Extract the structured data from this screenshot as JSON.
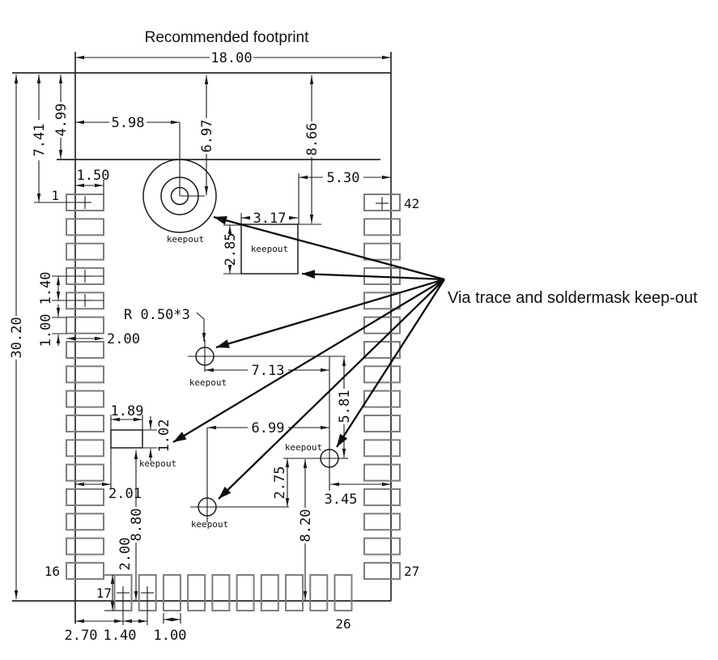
{
  "title": "Recommended footprint",
  "annotation": "Via trace and soldermask keep-out",
  "keepout_label": "keepout",
  "radius_note": "R 0.50*3",
  "pins": {
    "p1": "1",
    "p16": "16",
    "p17": "17",
    "p26": "26",
    "p27": "27",
    "p42": "42"
  },
  "dims": {
    "body_width": "18.00",
    "body_height": "30.20",
    "pad1_from_top": "7.41",
    "antenna_line_from_top": "4.99",
    "antenna_cx": "5.98",
    "antenna_cy": "6.97",
    "keepout_rect_from_top": "8.66",
    "keepout_rect_from_right": "5.30",
    "pad_inset": "1.50",
    "keepout_rect_w": "3.17",
    "keepout_rect_h": "2.85",
    "side_pad_pitch": "1.40",
    "side_pad_h": "1.00",
    "side_pad_w": "2.00",
    "via1_to_via2_dx": "7.13",
    "via3_to_via2_dx": "6.99",
    "via1_to_via2_dy": "5.81",
    "small_rect_w": "1.89",
    "small_rect_h": "1.02",
    "small_rect_from_edge": "2.01",
    "small_rect_from_bottom": "8.80",
    "via2_to_via3_dy": "2.75",
    "via2_from_right": "3.45",
    "bottom_pad_h": "2.00",
    "via2_from_bottom": "8.20",
    "pad17_from_edge": "2.70",
    "bottom_pad_pitch": "1.40",
    "bottom_pad_w": "1.00"
  }
}
